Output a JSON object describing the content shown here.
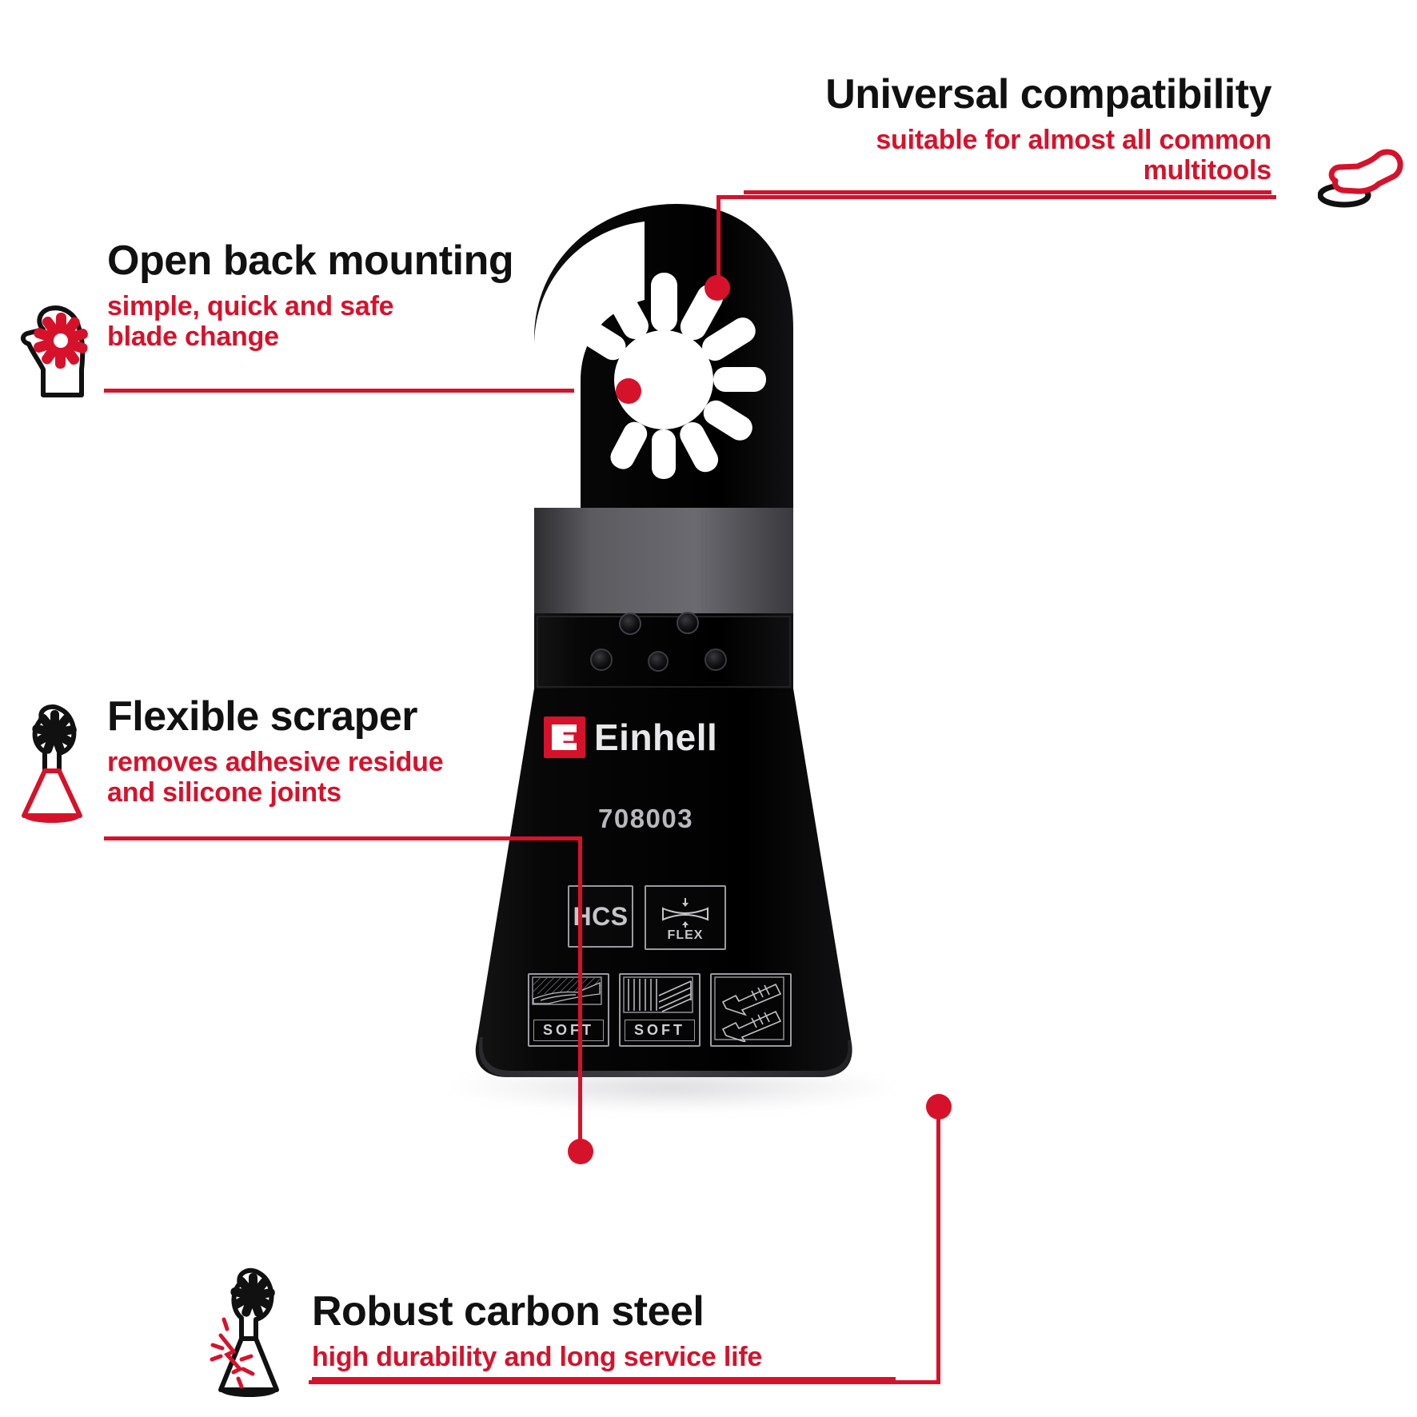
{
  "page": {
    "background": "#ffffff",
    "accent_red": "#d6122b",
    "title_color": "#111111"
  },
  "callouts": [
    {
      "id": "universal-compatibility",
      "title": "Universal compatibility",
      "subtitle_line1": "suitable for almost all common",
      "subtitle_line2": "multitools",
      "icon": "multitool-icon"
    },
    {
      "id": "open-back-mounting",
      "title": "Open back mounting",
      "subtitle_line1": "simple, quick and safe",
      "subtitle_line2": "blade change",
      "icon": "hand-blade-icon"
    },
    {
      "id": "flexible-scraper",
      "title": "Flexible scraper",
      "subtitle_line1": "removes adhesive residue",
      "subtitle_line2": "and silicone joints",
      "icon": "hand-scraper-icon"
    },
    {
      "id": "robust-carbon-steel",
      "title": "Robust carbon steel",
      "subtitle_line1": "high durability and long service life",
      "subtitle_line2": "",
      "icon": "hand-broken-blade-icon"
    }
  ],
  "product": {
    "brand": "Einhell",
    "article_number": "708003",
    "badges": [
      {
        "label": "HCS",
        "type": "material-code"
      },
      {
        "label": "FLEX",
        "type": "flex-symbol"
      }
    ],
    "material_icons": [
      {
        "label": "SOFT",
        "name": "adhesive-residue-icon"
      },
      {
        "label": "SOFT",
        "name": "soft-wood-icon"
      },
      {
        "label": "",
        "name": "silicone-cartridge-icon"
      }
    ]
  }
}
